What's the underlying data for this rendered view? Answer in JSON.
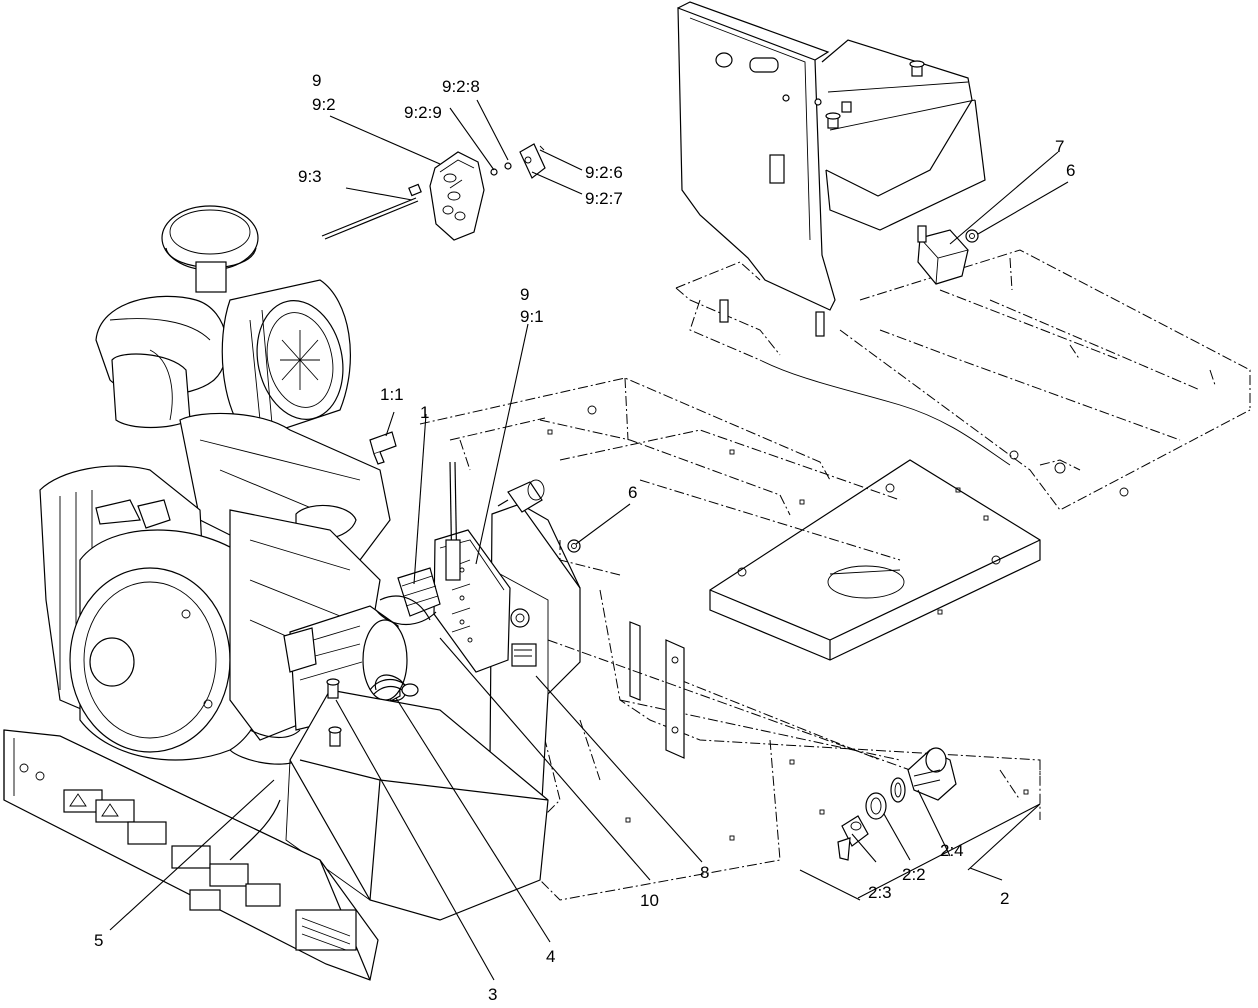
{
  "callouts": {
    "c9_top": "9",
    "c9_2_top": "9:2",
    "c9_2_9": "9:2:9",
    "c9_2_8": "9:2:8",
    "c9_2_6": "9:2:6",
    "c9_2_7": "9:2:7",
    "c9_3": "9:3",
    "c7": "7",
    "c6_right": "6",
    "c9_mid": "9",
    "c9_1": "9:1",
    "c1_1": "1:1",
    "c1": "1",
    "c6_mid": "6",
    "c2_4": "2:4",
    "c2_2": "2:2",
    "c2_3": "2:3",
    "c2": "2",
    "c8": "8",
    "c10": "10",
    "c5": "5",
    "c4": "4",
    "c3": "3"
  }
}
